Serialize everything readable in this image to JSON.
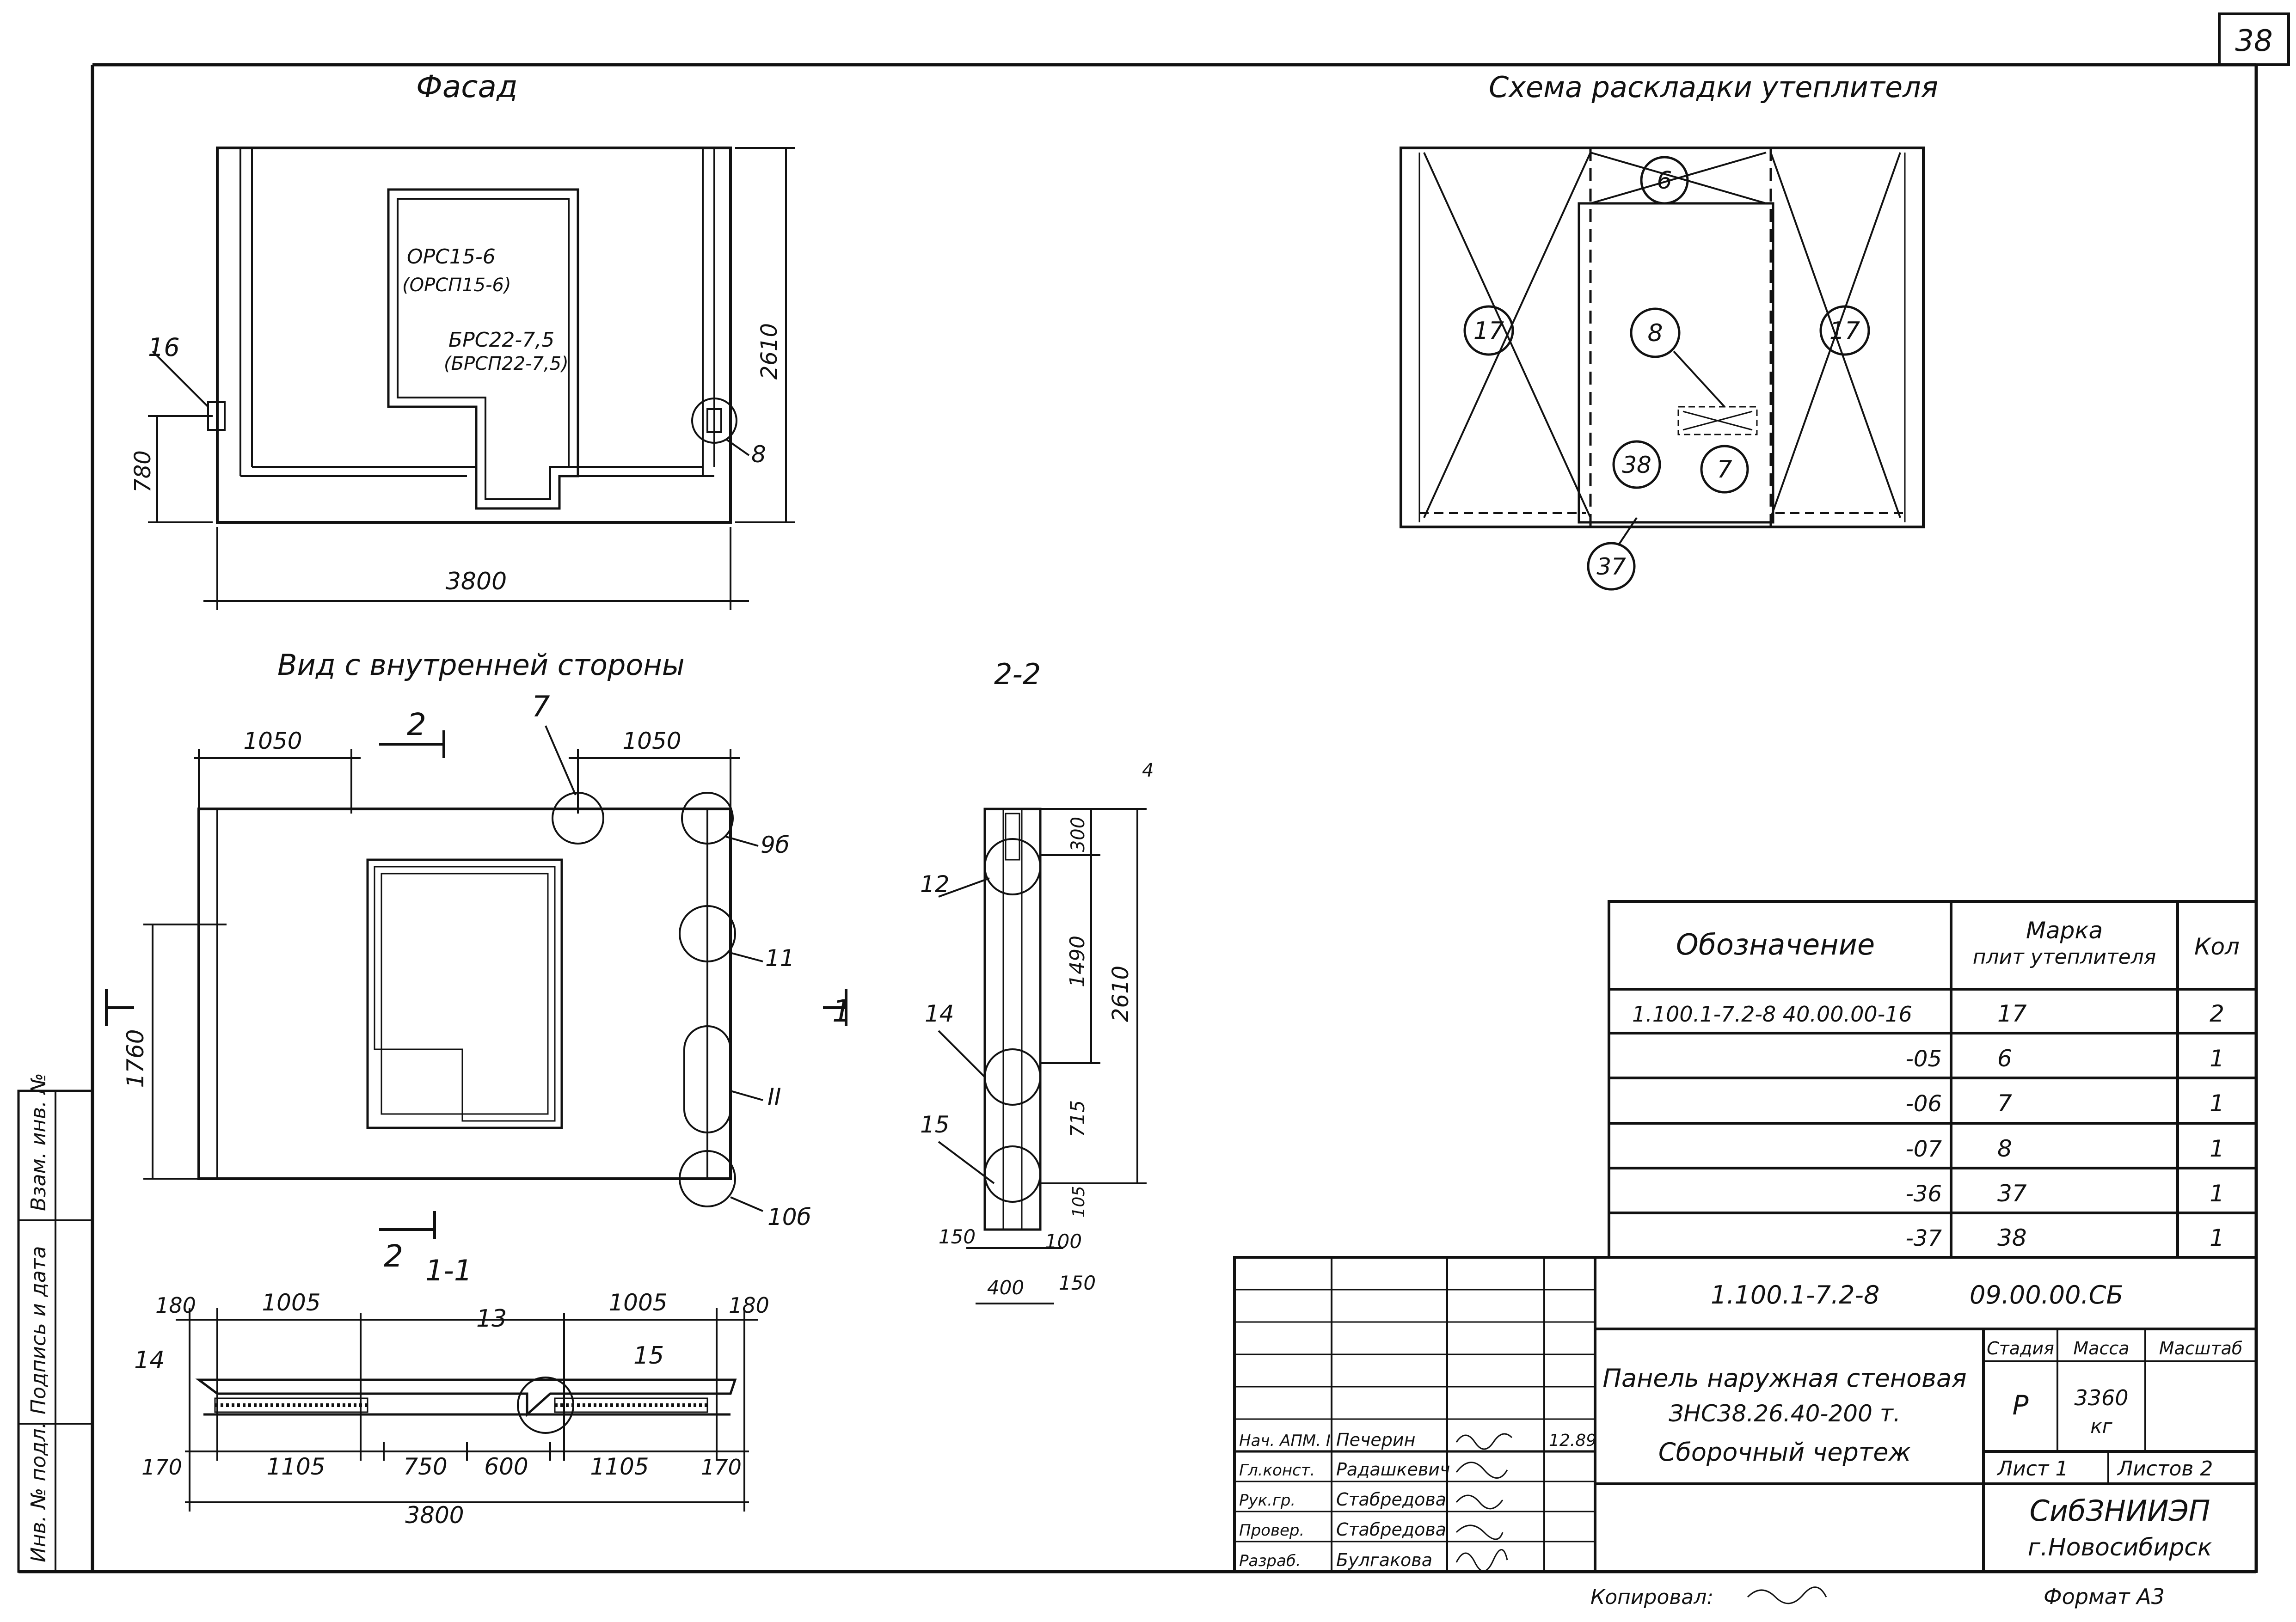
{
  "sheet_number": "38",
  "views": {
    "facade_title": "Фасад",
    "inside_title": "Вид с внутренней стороны",
    "insulation_title": "Схема раскладки утеплителя",
    "section_11_title": "1-1",
    "section_22_title": "2-2"
  },
  "facade": {
    "width_dim": "3800",
    "height_dim": "2610",
    "low_dim": "780",
    "callout_16": "16",
    "callout_8": "8",
    "window_1": "ОРС15-6",
    "window_1_alt": "(ОРСП15-6)",
    "door_1": "БРС22-7,5",
    "door_1_alt": "(БРСП22-7,5)"
  },
  "inside": {
    "dim_left": "1050",
    "dim_right": "1050",
    "dim_height": "1760",
    "cut_mark": "2",
    "cut_mark_bottom": "2",
    "section_mark": "1",
    "callout_7": "7",
    "callout_9b": "9б",
    "callout_11": "11",
    "callout_II": "II",
    "callout_10b": "10б"
  },
  "section11": {
    "d_180l": "180",
    "d_1005l": "1005",
    "d_1005r": "1005",
    "d_180r": "180",
    "d_170l": "170",
    "d_1105l": "1105",
    "d_750": "750",
    "d_600": "600",
    "d_1105r": "1105",
    "d_170r": "170",
    "d_total": "3800",
    "callout_14": "14",
    "callout_13": "13",
    "callout_15": "15"
  },
  "section22": {
    "d_300": "300",
    "d_1490": "1490",
    "d_715": "715",
    "d_105": "105",
    "d_2610": "2610",
    "d_150a": "150",
    "d_100": "100",
    "d_400": "400",
    "d_150b": "150",
    "callout_12": "12",
    "callout_14": "14",
    "callout_15": "15",
    "corner_4": "4"
  },
  "insulation": {
    "p6": "6",
    "p17l": "17",
    "p8": "8",
    "p17r": "17",
    "p38": "38",
    "p7": "7",
    "p37": "37"
  },
  "spec_table": {
    "col_designation": "Обозначение",
    "col_mark_1": "Марка",
    "col_mark_2": "плит утеплителя",
    "col_qty": "Кол",
    "rows": [
      {
        "designation": "1.100.1-7.2-8   40.00.00-16",
        "mark": "17",
        "qty": "2"
      },
      {
        "designation": "-05",
        "mark": "6",
        "qty": "1"
      },
      {
        "designation": "-06",
        "mark": "7",
        "qty": "1"
      },
      {
        "designation": "-07",
        "mark": "8",
        "qty": "1"
      },
      {
        "designation": "-36",
        "mark": "37",
        "qty": "1"
      },
      {
        "designation": "-37",
        "mark": "38",
        "qty": "1"
      }
    ]
  },
  "title_block": {
    "code_left": "1.100.1-7.2-8",
    "code_right": "09.00.00.СБ",
    "name_1": "Панель наружная стеновая",
    "name_2": "ЗНС38.26.40-200 т.",
    "name_3": "Сборочный чертеж",
    "stage_label": "Стадия",
    "mass_label": "Масса",
    "scale_label": "Масштаб",
    "stage_value": "Р",
    "mass_value": "3360",
    "mass_unit": "кг",
    "sheet_label": "Лист 1",
    "sheets_label": "Листов 2",
    "org_1": "СибЗНИИЭП",
    "org_2": "г.Новосибирск",
    "roles": [
      {
        "role": "Нач. АПМ. I",
        "name": "Печерин",
        "date": "12.89"
      },
      {
        "role": "Гл.конст.",
        "name": "Радашкевич",
        "date": ""
      },
      {
        "role": "Рук.гр.",
        "name": "Стабредова",
        "date": ""
      },
      {
        "role": "Провер.",
        "name": "Стабредова",
        "date": ""
      },
      {
        "role": "Разраб.",
        "name": "Булгакова",
        "date": ""
      }
    ]
  },
  "side_stamp": {
    "inv_orig": "Инв. № подл.",
    "sign_date": "Подпись и дата",
    "inv_repl": "Взам. инв. №"
  },
  "footer": {
    "copied": "Копировал:",
    "format": "Формат А3"
  }
}
